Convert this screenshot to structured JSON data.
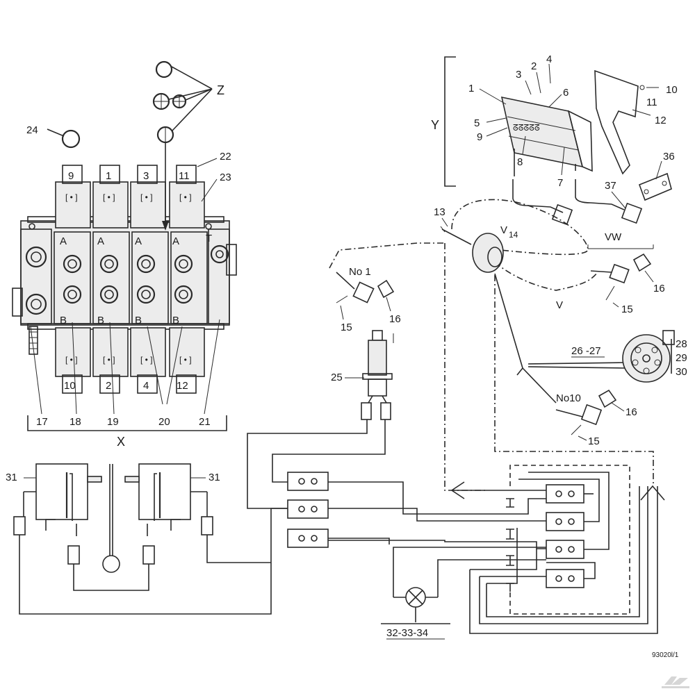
{
  "group_labels": {
    "x": "X",
    "y": "Y",
    "z": "Z"
  },
  "valve_ports": {
    "a": "A",
    "b": "B",
    "t": "T"
  },
  "valve_coils_top": [
    "9",
    "1",
    "3",
    "11"
  ],
  "valve_coils_bottom": [
    "10",
    "2",
    "4",
    "12"
  ],
  "part_numbers": {
    "p1": "1",
    "p2": "2",
    "p3": "3",
    "p4": "4",
    "p5": "5",
    "p6": "6",
    "p7": "7",
    "p8": "8",
    "p9": "9",
    "p10": "10",
    "p11": "11",
    "p12": "12",
    "p13": "13",
    "p14": "14",
    "p15a": "15",
    "p15b": "15",
    "p15c": "15",
    "p16a": "16",
    "p16b": "16",
    "p16c": "16",
    "p17": "17",
    "p18": "18",
    "p19": "19",
    "p20": "20",
    "p21": "21",
    "p22": "22",
    "p23": "23",
    "p24": "24",
    "p25": "25",
    "p26_27": "26 -27",
    "p28": "28",
    "p29": "29",
    "p30": "30",
    "p31a": "31",
    "p31b": "31",
    "p32_34": "32-33-34",
    "p36": "36",
    "p37": "37"
  },
  "wire_labels": {
    "v1": "V",
    "v2": "V",
    "vw": "VW",
    "no1": "No 1",
    "no10": "No10"
  },
  "drawing_ref": "93020l/1"
}
